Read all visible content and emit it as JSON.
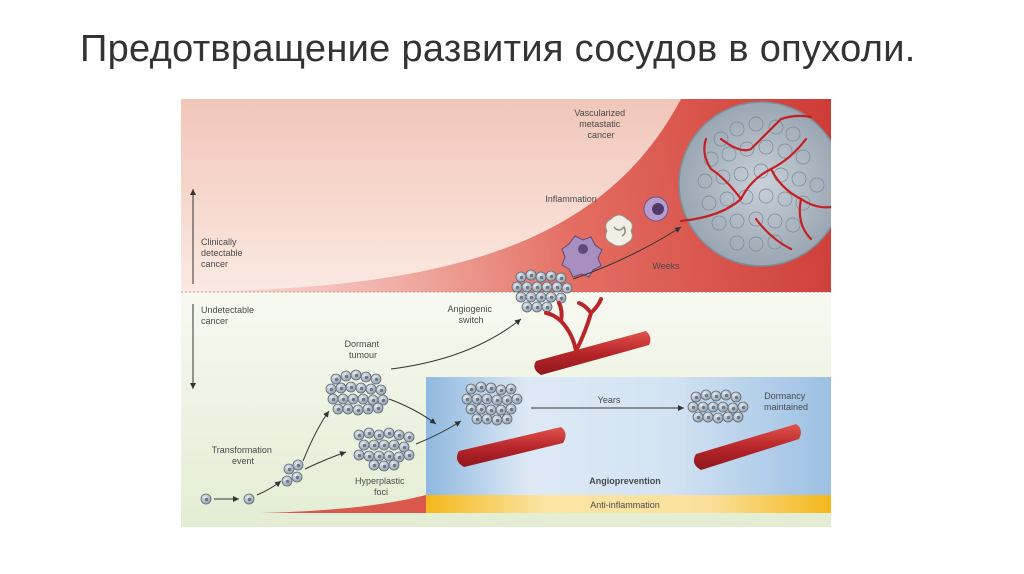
{
  "slide": {
    "title": "Предотвращение развития сосудов в опухоли."
  },
  "diagram": {
    "labels": {
      "clinically": [
        "Clinically",
        "detectable",
        "cancer"
      ],
      "undetectable": [
        "Undetectable",
        "cancer"
      ],
      "transformation": [
        "Transformation",
        "event"
      ],
      "hyperplastic": [
        "Hyperplastic",
        "foci"
      ],
      "dormant_tumour": [
        "Dormant",
        "tumour"
      ],
      "angiogenic_switch": [
        "Angiogenic",
        "switch"
      ],
      "inflammation": "Inflammation",
      "weeks": "Weeks",
      "vascularized": [
        "Vascularized",
        "metastatic",
        "cancer"
      ],
      "years": "Years",
      "dormancy": [
        "Dormancy",
        "maintained"
      ],
      "angioprevention": "Angioprevention",
      "anti_inflammation": "Anti-inflammation"
    },
    "colors": {
      "vessel": "#b8262a",
      "pink_zone": "#f4cfc4",
      "green_zone": "#e9f1dc",
      "blue_band": "#9fc3e4",
      "yellow_band": "#f3c12a"
    }
  }
}
